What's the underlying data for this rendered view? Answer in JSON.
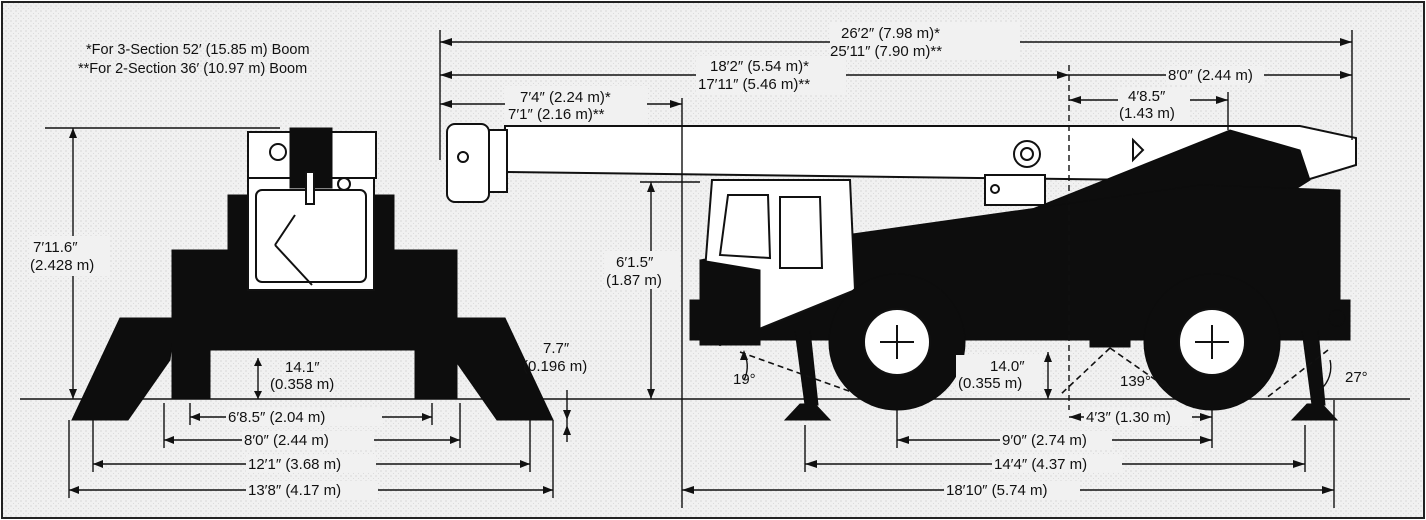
{
  "notes": {
    "boom_3_section": "*For 3-Section 52′ (15.85 m) Boom",
    "boom_2_section": "**For 2-Section 36′ (10.97 m) Boom"
  },
  "front_view": {
    "overall_height_ft": "7′11.6″",
    "overall_height_m": "(2.428 m)",
    "ground_clearance_ft": "14.1″",
    "ground_clearance_m": "(0.358 m)",
    "outrigger_pad_height_ft": "7.7″",
    "outrigger_pad_height_m": "(0.196 m)",
    "inner_track": "6′8.5″ (2.04 m)",
    "outer_track": "8′0″ (2.44 m)",
    "outrigger_span_inner": "12′1″ (3.68 m)",
    "outrigger_span_outer": "13′8″ (4.17 m)"
  },
  "side_view": {
    "boom_length_a": "26′2″ (7.98 m)*",
    "boom_length_b": "25′11″ (7.90 m)**",
    "boom_to_pivot_a": "18′2″ (5.54 m)*",
    "boom_to_pivot_b": "17′11″ (5.46 m)**",
    "boom_overhang_a": "7′4″ (2.24 m)*",
    "boom_overhang_b": "7′1″ (2.16 m)**",
    "rear_overhang": "8′0″ (2.44 m)",
    "pivot_height_ft": "4′8.5″",
    "pivot_height_m": "(1.43 m)",
    "cab_height_ft": "6′1.5″",
    "cab_height_m": "(1.87 m)",
    "approach_angle": "19°",
    "underbody_clearance_ft": "14.0″",
    "underbody_clearance_m": "(0.355 m)",
    "breakover_angle": "139°",
    "departure_angle": "27°",
    "rear_axle_to_pivot": "4′3″ (1.30 m)",
    "wheelbase": "9′0″ (2.74 m)",
    "outrigger_spread": "14′4″ (4.37 m)",
    "overall_length": "18′10″ (5.74 m)"
  }
}
